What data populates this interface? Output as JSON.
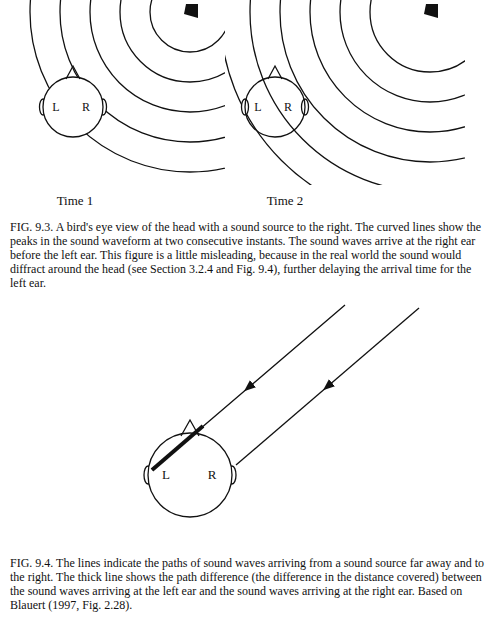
{
  "diagram": {
    "labels": [
      "L",
      "R",
      "L",
      "R",
      "Time 1",
      "Time 2",
      "FIG. 9.3. A bird's eye view of the head with a sound source to the right. The curved lines show the peaks in the sound waveform at two consecutive instants. The sound waves arrive at the right ear before the left ear. This figure is a little misleading, because in the real world the sound would diffract around the head (see Section 3.2.4 and Fig. 9.4), further delaying the arrival time for the left ear.",
      "L",
      "R",
      "FIG. 9.4. The lines indicate the paths of sound waves arriving from a sound source far away and to the right. The thick line shows the path difference (the difference in the distance covered) between the sound waves arriving at the left ear and the sound waves arriving at the right ear. Based on Blauert (1997, Fig. 2.28)."
    ]
  }
}
